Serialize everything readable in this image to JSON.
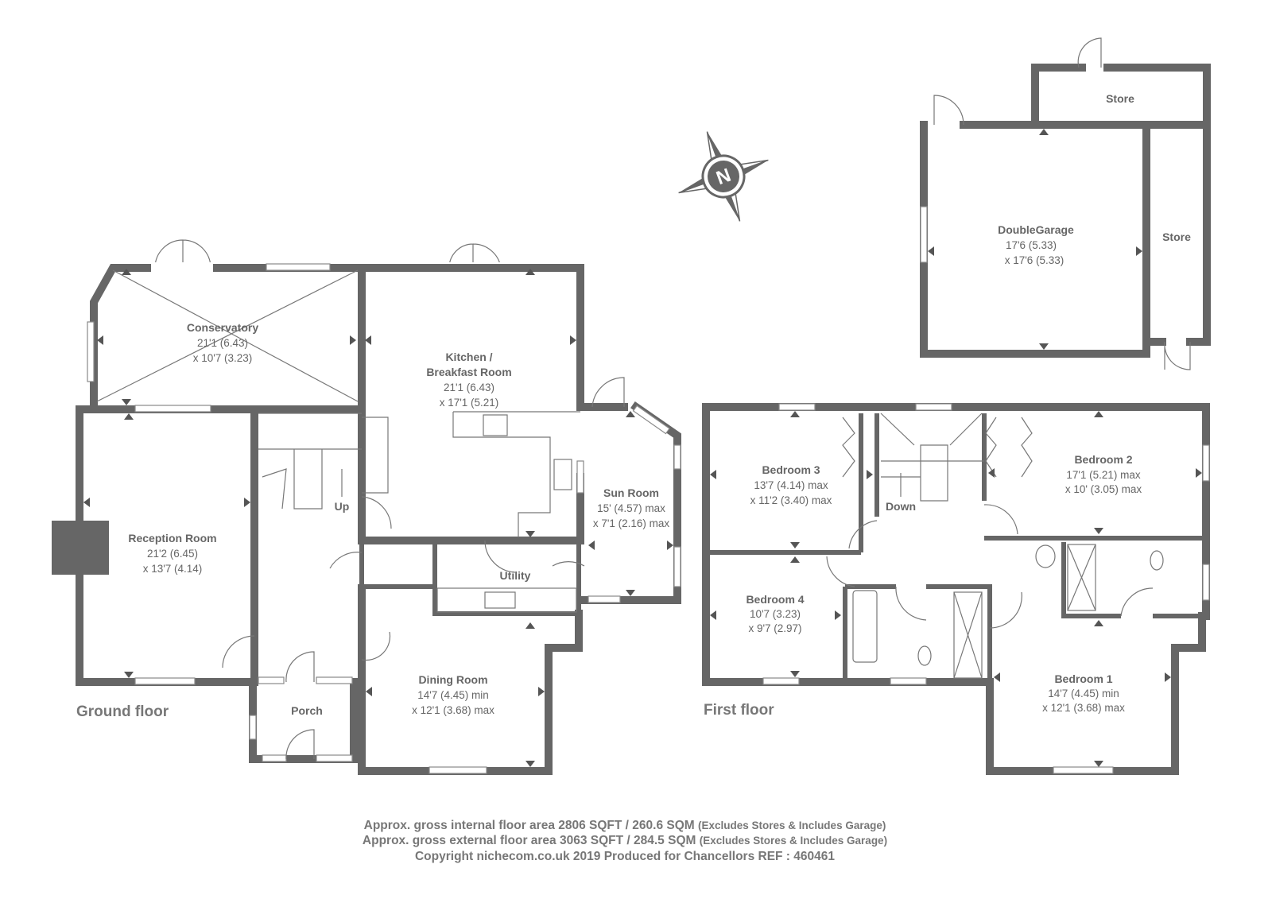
{
  "rooms": {
    "conservatory": {
      "name": "Conservatory",
      "dim1": "21'1 (6.43)",
      "dim2": "x 10'7 (3.23)"
    },
    "kitchen": {
      "name1": "Kitchen /",
      "name2": "Breakfast Room",
      "dim1": "21'1 (6.43)",
      "dim2": "x 17'1 (5.21)"
    },
    "reception": {
      "name": "Reception Room",
      "dim1": "21'2 (6.45)",
      "dim2": "x 13'7 (4.14)"
    },
    "sunroom": {
      "name": "Sun Room",
      "dim1": "15' (4.57) max",
      "dim2": "x 7'1 (2.16) max"
    },
    "utility": {
      "name": "Utility"
    },
    "dining": {
      "name": "Dining Room",
      "dim1": "14'7 (4.45) min",
      "dim2": "x 12'1 (3.68) max"
    },
    "porch": {
      "name": "Porch"
    },
    "bedroom3": {
      "name": "Bedroom 3",
      "dim1": "13'7 (4.14) max",
      "dim2": "x 11'2 (3.40) max"
    },
    "bedroom2": {
      "name": "Bedroom 2",
      "dim1": "17'1 (5.21) max",
      "dim2": "x 10' (3.05) max"
    },
    "bedroom4": {
      "name": "Bedroom 4",
      "dim1": "10'7 (3.23)",
      "dim2": "x 9'7 (2.97)"
    },
    "bedroom1": {
      "name": "Bedroom 1",
      "dim1": "14'7 (4.45) min",
      "dim2": "x 12'1 (3.68) max"
    },
    "garage": {
      "name": "DoubleGarage",
      "dim1": "17'6 (5.33)",
      "dim2": "x 17'6 (5.33)"
    },
    "store_top": {
      "name": "Store"
    },
    "store_right": {
      "name": "Store"
    }
  },
  "stairs": {
    "up": "Up",
    "down": "Down"
  },
  "floors": {
    "ground": "Ground floor",
    "first": "First floor"
  },
  "compass": {
    "letter": "N"
  },
  "footer": {
    "internal": "Approx. gross internal floor area 2806 SQFT / 260.6 SQM",
    "internal_note": "(Excludes Stores & Includes Garage)",
    "external": "Approx. gross external floor area 3063 SQFT / 284.5 SQM",
    "external_note": "(Excludes Stores & Includes Garage)",
    "copyright": "Copyright nichecom.co.uk 2019 Produced for Chancellors REF : 460461"
  }
}
